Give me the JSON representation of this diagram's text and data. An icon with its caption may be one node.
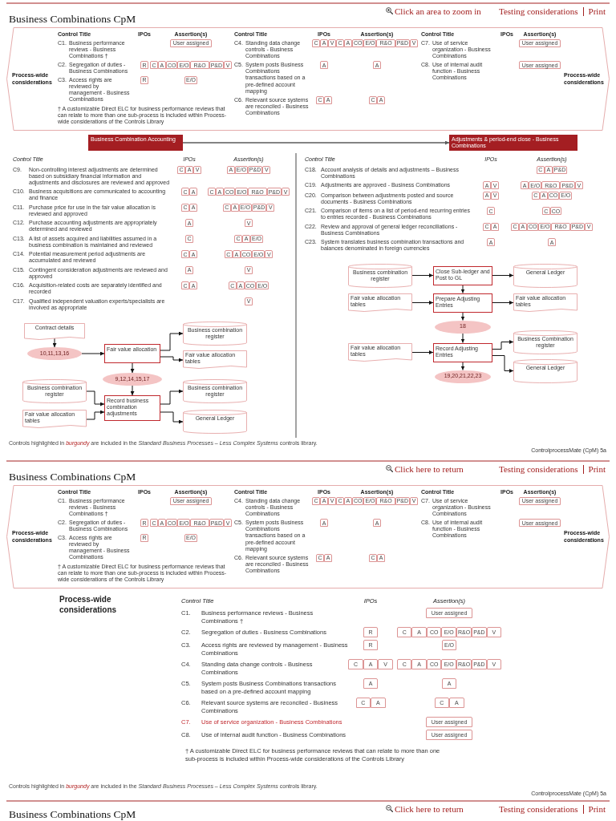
{
  "diagram": {
    "title": "Business Combinations CpM",
    "nodes": [
      {
        "text": [
          "Process-wide considerations",
          "Process-wide considerations"
        ]
      },
      {
        "text": [
          "Business Combination Accounting"
        ]
      },
      {
        "text": [
          "Adjustments & period-end close - Business Combinations"
        ]
      },
      {
        "text": [
          "Contract details"
        ]
      },
      {
        "text": [
          "10,11,13,16"
        ]
      },
      {
        "text": [
          "Fair value allocation"
        ]
      },
      {
        "text": [
          "Business combination register"
        ]
      },
      {
        "text": [
          "Fair value allocation tables"
        ]
      },
      {
        "text": [
          "9,12,14,15,17"
        ]
      },
      {
        "text": [
          "Business combination register"
        ]
      },
      {
        "text": [
          "Fair value allocation tables"
        ]
      },
      {
        "text": [
          "Record business combination adjustments"
        ]
      },
      {
        "text": [
          "Business combination register"
        ]
      },
      {
        "text": [
          "General Ledger"
        ]
      },
      {
        "text": [
          "Business combination register"
        ]
      },
      {
        "text": [
          "Close Sub-ledger and Post to GL"
        ]
      },
      {
        "text": [
          "General Ledger"
        ]
      },
      {
        "text": [
          "Fair value allocation tables"
        ]
      },
      {
        "text": [
          "Prepare Adjusting Entries"
        ]
      },
      {
        "text": [
          "Fair value allocation tables"
        ]
      },
      {
        "text": [
          "18"
        ]
      },
      {
        "text": [
          "Fair value allocation tables"
        ]
      },
      {
        "text": [
          "Record Adjusting Entries"
        ]
      },
      {
        "text": [
          "Business Combination register"
        ]
      },
      {
        "text": [
          "General Ledger"
        ]
      },
      {
        "text": [
          "19,20,21,22,23"
        ]
      },
      {
        "text": [
          "Process-wide considerations",
          "Process-wide considerations"
        ]
      }
    ],
    "edges": [
      {
        "from": 1,
        "to": 2,
        "arrow": "to",
        "color": "#5a5a5a"
      },
      {
        "from": 3,
        "to": 4,
        "arrow": "to"
      },
      {
        "from": 4,
        "to": 5,
        "arrow": "to"
      },
      {
        "from": 5,
        "to": 6,
        "arrow": "to"
      },
      {
        "from": 5,
        "to": 7,
        "arrow": "to"
      },
      {
        "from": 5,
        "to": 8,
        "arrow": "to"
      },
      {
        "from": 8,
        "to": 11,
        "arrow": "to"
      },
      {
        "from": 9,
        "to": 11,
        "arrow": "to"
      },
      {
        "from": 10,
        "to": 11,
        "arrow": "to"
      },
      {
        "from": 11,
        "to": 12,
        "arrow": "to"
      },
      {
        "from": 11,
        "to": 13,
        "arrow": "to"
      },
      {
        "from": 14,
        "to": 15,
        "arrow": "to"
      },
      {
        "from": 15,
        "to": 16,
        "arrow": "to"
      },
      {
        "from": 15,
        "to": 18,
        "arrow": "to"
      },
      {
        "from": 17,
        "to": 18,
        "arrow": "to"
      },
      {
        "from": 18,
        "to": 19,
        "arrow": "to"
      },
      {
        "from": 18,
        "to": 20,
        "arrow": "to"
      },
      {
        "from": 20,
        "to": 22,
        "arrow": "to"
      },
      {
        "from": 21,
        "to": 22,
        "arrow": "to"
      },
      {
        "from": 22,
        "to": 23,
        "arrow": "to"
      },
      {
        "from": 22,
        "to": 24,
        "arrow": "to"
      },
      {
        "from": 22,
        "to": 25,
        "arrow": "to"
      }
    ],
    "labels": [
      "Click an area to zoom in",
      "Testing considerations",
      "Print",
      "Control Title",
      "IPOs",
      "Assertion(s)",
      "C1.",
      "Business performance reviews - Business Combinations †",
      "User assigned",
      "C2.",
      "Segregation of duties - Business Combinations",
      "R",
      "C",
      "A",
      "CO",
      "E/O",
      "R&O",
      "P&D",
      "V",
      "C3.",
      "Access rights are reviewed by management - Business Combinations",
      "R",
      "E/O",
      "† A customizable Direct ELC for business performance reviews that can relate to more than one sub-process is included within Process-wide considerations of the Controls Library",
      "Control Title",
      "IPOs",
      "Assertion(s)",
      "C4.",
      "Standing data change controls - Business Combinations",
      "C",
      "A",
      "V",
      "C",
      "A",
      "CO",
      "E/O",
      "R&O",
      "P&D",
      "V",
      "C5.",
      "System posts Business Combinations transactions based on a pre-defined account mapping",
      "A",
      "A",
      "C6.",
      "Relevant source systems are reconciled - Business Combinations",
      "C",
      "A",
      "C",
      "A",
      "Control Title",
      "IPOs",
      "Assertion(s)",
      "C7.",
      "Use of service organization - Business Combinations",
      "User assigned",
      "C8.",
      "Use of internal audit function - Business Combinations",
      "User assigned",
      "Control Title",
      "IPOs",
      "Assertion(s)",
      "C9.",
      "Non-controlling interest adjustments are determined based on subsidiary financial information and adjustments and disclosures are reviewed and approved",
      "C",
      "A",
      "V",
      "A",
      "E/O",
      "P&D",
      "V",
      "C10.",
      "Business acquisitions are communicated to accounting and finance",
      "C",
      "A",
      "C",
      "A",
      "CO",
      "E/O",
      "R&O",
      "P&D",
      "V",
      "C11.",
      "Purchase price for use in the fair value allocation is reviewed and approved",
      "C",
      "A",
      "C",
      "A",
      "E/O",
      "P&D",
      "V",
      "C12.",
      "Purchase accounting adjustments are appropriately determined and reviewed",
      "A",
      "V",
      "C13.",
      "A list of assets acquired and liabilities assumed in a business combination is maintained and reviewed",
      "C",
      "C",
      "A",
      "E/O",
      "C14.",
      "Potential measurement period adjustments are accumulated and reviewed",
      "C",
      "A",
      "C",
      "A",
      "CO",
      "E/O",
      "V",
      "C15.",
      "Contingent consideration adjustments are reviewed and approved",
      "A",
      "V",
      "C16.",
      "Acquisition-related costs are separately identified and recorded",
      "C",
      "A",
      "C",
      "A",
      "CO",
      "E/O",
      "C17.",
      "Qualified independent valuation experts/specialists are involved as appropriate",
      "V",
      "Control Title",
      "IPOs",
      "Assertion(s)",
      "C18.",
      "Account analysis of details and adjustments – Business Combinations",
      "C",
      "A",
      "P&D",
      "C19.",
      "Adjustments are approved - Business Combinations",
      "A",
      "V",
      "A",
      "E/O",
      "R&O",
      "P&D",
      "V",
      "C20.",
      "Comparison between adjustments posted and source documents - Business Combinations",
      "A",
      "V",
      "C",
      "A",
      "CO",
      "E/O",
      "C21.",
      "Comparison of items on a list of period-end recurring entries to entries recorded - Business Combinations",
      "C",
      "C",
      "CO",
      "C22.",
      "Review and approval of general ledger reconciliations - Business Combinations",
      "C",
      "A",
      "C",
      "A",
      "CO",
      "E/O",
      "R&O",
      "P&D",
      "V",
      "C23.",
      "System translates business combination transactions and balances denominated in foreign currencies",
      "A",
      "A",
      "Controls highlighted in *burgundy* are included in the *Standard Business Processes – Less Complex Systems* controls library.",
      "ControlprocessMate (CpM) 5a",
      "Business Combinations CpM",
      "Click here to return",
      "Testing considerations",
      "Print",
      "Control Title",
      "IPOs",
      "Assertion(s)",
      "C1.",
      "Business performance reviews - Business Combinations †",
      "User assigned",
      "C2.",
      "Segregation of duties - Business Combinations",
      "R",
      "C",
      "A",
      "CO",
      "E/O",
      "R&O",
      "P&D",
      "V",
      "C3.",
      "Access rights are reviewed by management - Business Combinations",
      "R",
      "E/O",
      "† A customizable Direct ELC for business performance reviews that can relate to more than one sub-process is included within Process-wide considerations of the Controls Library",
      "Control Title",
      "IPOs",
      "Assertion(s)",
      "C4.",
      "Standing data change controls - Business Combinations",
      "C",
      "A",
      "V",
      "C",
      "A",
      "CO",
      "E/O",
      "R&O",
      "P&D",
      "V",
      "C5.",
      "System posts Business Combinations transactions based on a pre-defined account mapping",
      "A",
      "A",
      "C6.",
      "Relevant source systems are reconciled - Business Combinations",
      "C",
      "A",
      "C",
      "A",
      "Control Title",
      "IPOs",
      "Assertion(s)",
      "C7.",
      "Use of service organization - Business Combinations",
      "User assigned",
      "C8.",
      "Use of internal audit function - Business Combinations",
      "User assigned",
      "Process-wide considerations",
      "Control Title",
      "IPOs",
      "Assertion(s)",
      "C1.",
      "Business performance reviews - Business Combinations †",
      "User assigned",
      "C2.",
      "Segregation of duties - Business Combinations",
      "R",
      "C",
      "A",
      "CO",
      "E/O",
      "R&O",
      "P&D",
      "V",
      "C3.",
      "Access rights are reviewed by management - Business Combinations",
      "R",
      "E/O",
      "C4.",
      "Standing data change controls - Business Combinations",
      "C",
      "A",
      "V",
      "C",
      "A",
      "CO",
      "E/O",
      "R&O",
      "P&D",
      "V",
      "C5.",
      "System posts Business Combinations transactions based on a pre-defined account mapping",
      "A",
      "A",
      "C6.",
      "Relevant source systems are reconciled - Business Combinations",
      "C",
      "A",
      "C",
      "A",
      "C7.",
      "Use of service organization - Business Combinations",
      "User assigned",
      "C8.",
      "Use of internal audit function - Business Combinations",
      "User assigned",
      "† A customizable Direct ELC for business performance reviews that can relate to more than one sub-process is included within Process-wide considerations of the Controls Library",
      "Controls highlighted in *burgundy* are included in the *Standard Business Processes – Less Complex Systems* controls library.",
      "ControlprocessMate (CpM) 5a",
      "Business Combinations CpM",
      "Click here to return",
      "Testing considerations",
      "Print"
    ]
  }
}
